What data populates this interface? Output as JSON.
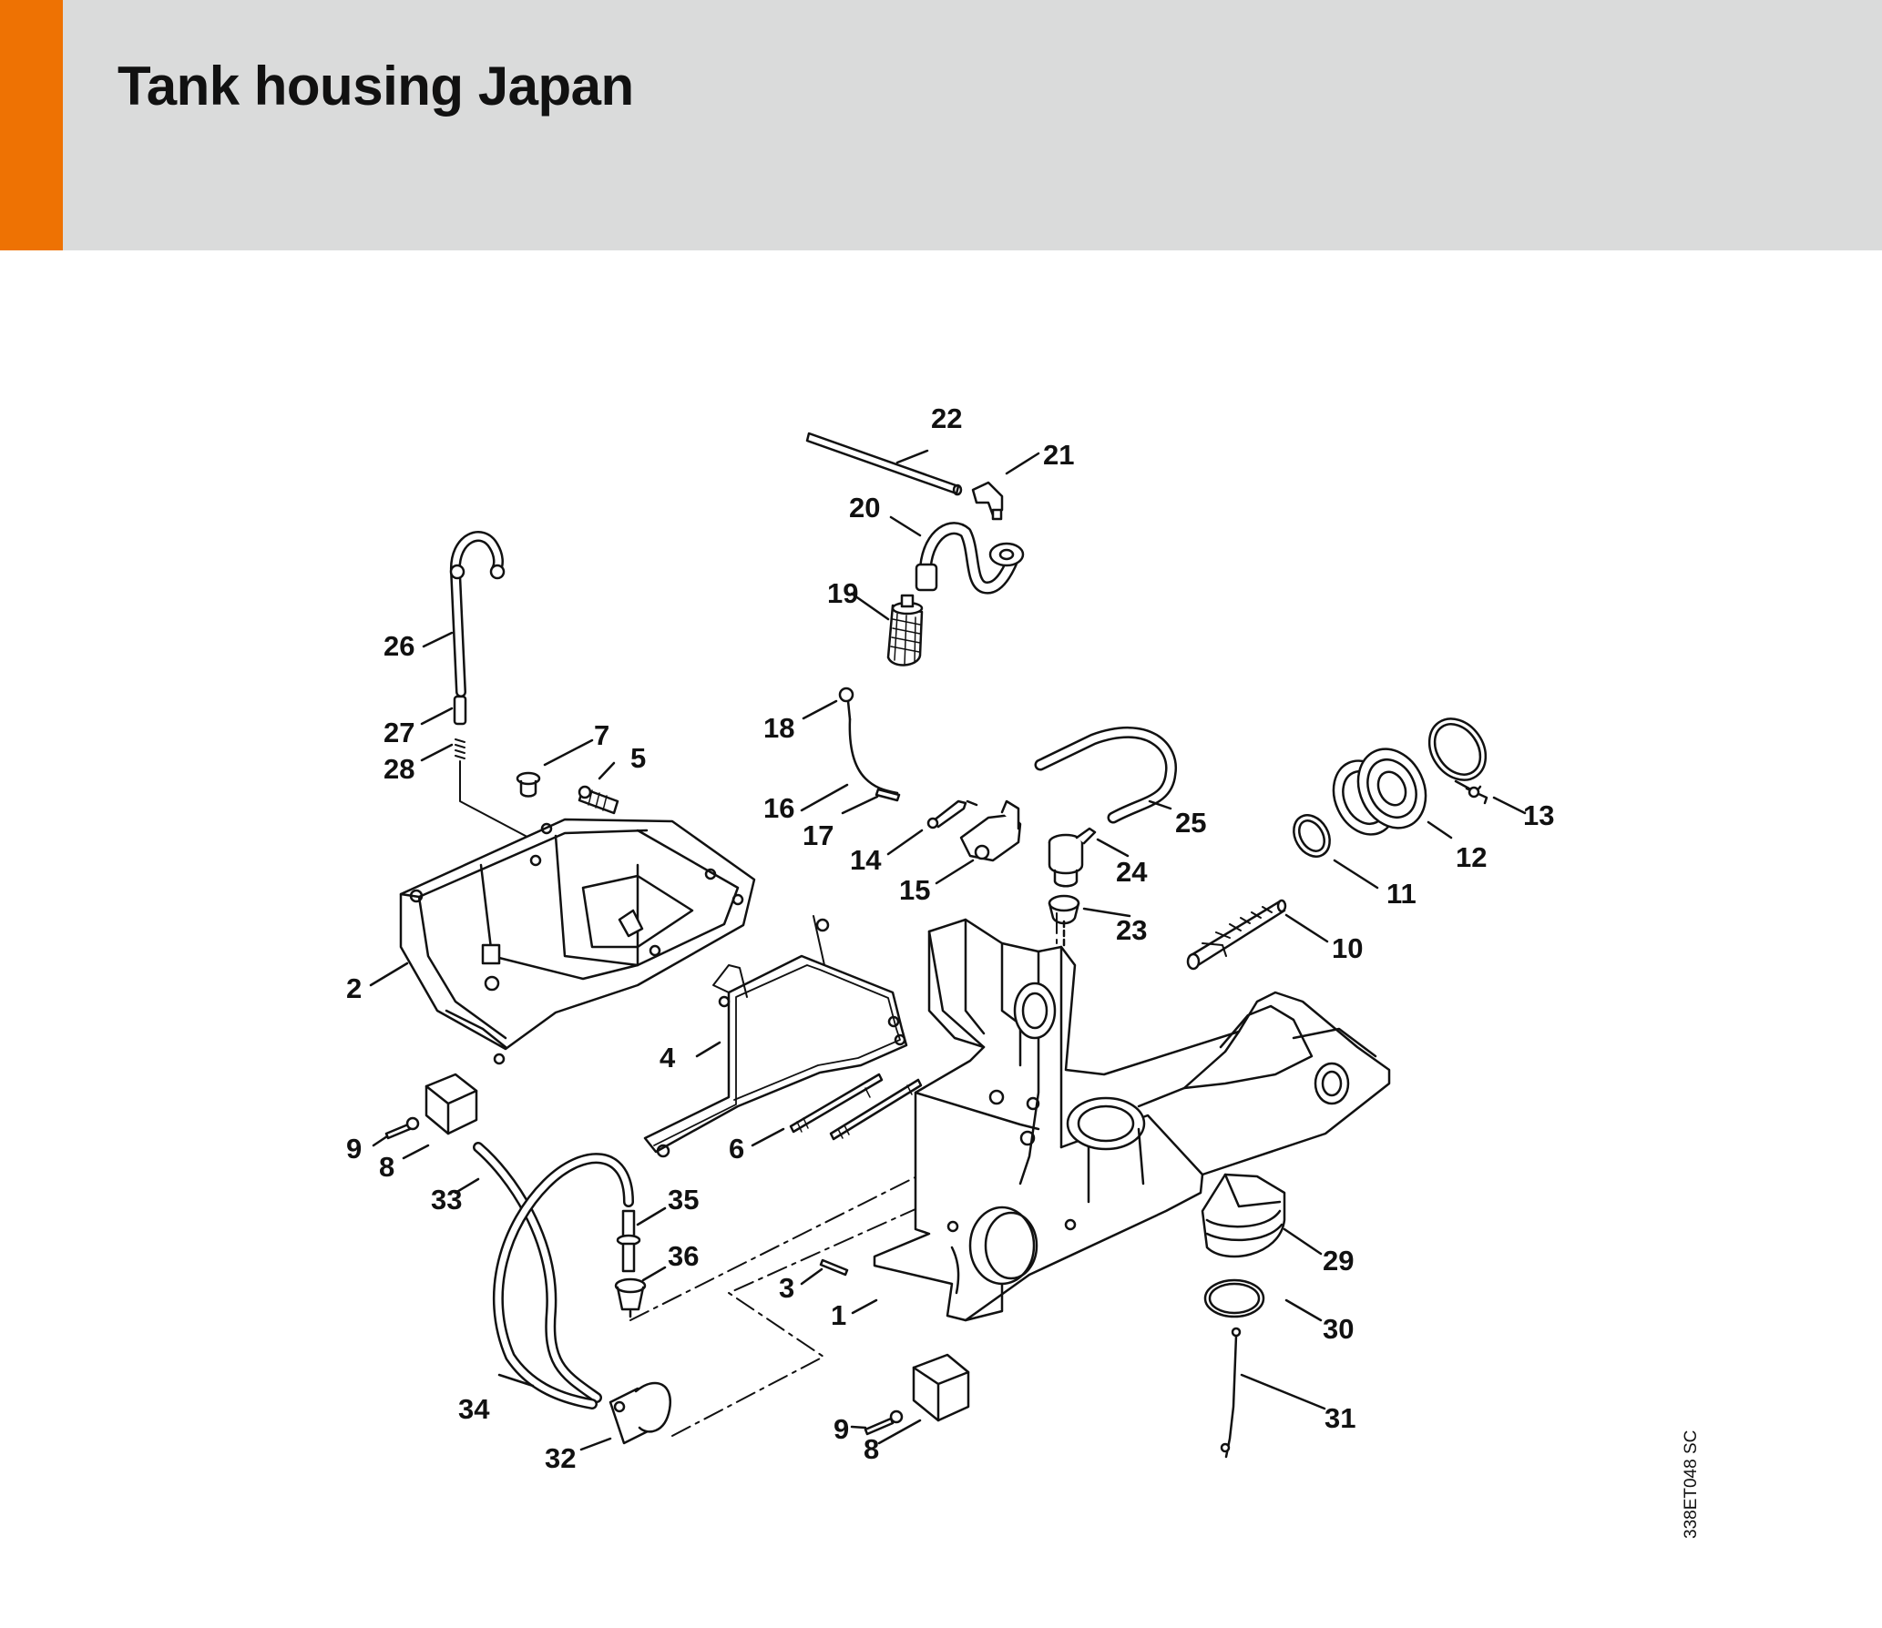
{
  "header": {
    "title": "Tank housing Japan",
    "accent_color": "#ee7203",
    "background_color": "#dadbdb"
  },
  "diagram": {
    "drawing_code": "338ET048 SC",
    "callouts": {
      "c1": "1",
      "c2": "2",
      "c3": "3",
      "c4": "4",
      "c5": "5",
      "c6": "6",
      "c7": "7",
      "c8a": "8",
      "c8b": "8",
      "c9a": "9",
      "c9b": "9",
      "c10": "10",
      "c11": "11",
      "c12": "12",
      "c13": "13",
      "c14": "14",
      "c15": "15",
      "c16": "16",
      "c17": "17",
      "c18": "18",
      "c19": "19",
      "c20": "20",
      "c21": "21",
      "c22": "22",
      "c23": "23",
      "c24": "24",
      "c25": "25",
      "c26": "26",
      "c27": "27",
      "c28": "28",
      "c29": "29",
      "c30": "30",
      "c31": "31",
      "c32": "32",
      "c33": "33",
      "c34": "34",
      "c35": "35",
      "c36": "36"
    }
  }
}
